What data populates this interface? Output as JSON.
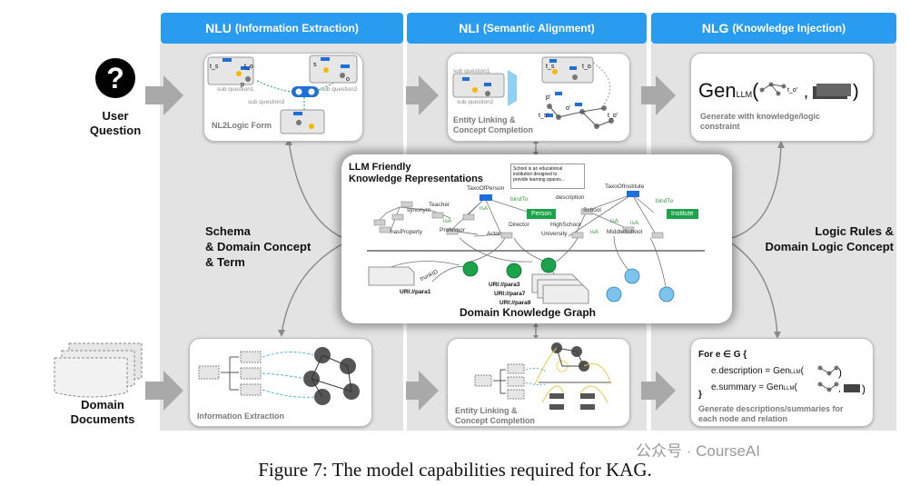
{
  "headers": [
    {
      "main": "NLU",
      "sub": "(Information Extraction)"
    },
    {
      "main": "NLI",
      "sub": "(Semantic Alignment)"
    },
    {
      "main": "NLG",
      "sub": "(Knowledge Injection)"
    }
  ],
  "user_question": "User\nQuestion",
  "domain_documents": "Domain\nDocuments",
  "left_label": "Schema\n& Domain Concept\n& Term",
  "right_label": "Logic Rules &\nDomain Logic Concept",
  "cards": {
    "nlu_top": {
      "caption": "NL2Logic Form",
      "sub_q1": "sub question1",
      "sub_q2": "sub question2",
      "sub_q3": "sub question3"
    },
    "nli_top": {
      "caption": "Entity Linking &\nConcept Completion",
      "sub_q1": "sub question1",
      "sub_q2": "sub question2"
    },
    "nlg_top": {
      "caption": "Generate with knowledge/logic\nconstraint",
      "gen": "Gen",
      "gen_sub": "LLM"
    },
    "nlu_bottom": {
      "caption": "Information Extraction"
    },
    "nli_bottom": {
      "caption": "Entity Linking &\nConcept Completion"
    },
    "nlg_bottom": {
      "line1": "For e ∈ G {",
      "line2": "e.description = Gen",
      "line3": "e.summary = Gen",
      "line4": "}",
      "gen_sub": "LLM",
      "caption": "Generate descriptions/summaries for\neach node and relation"
    }
  },
  "kg": {
    "title": "LLM Friendly\nKnowledge Representations",
    "bottom_title": "Domain Knowledge Graph",
    "tooltip": "School is an educational\ninstitution designed to\nprovide learning spaces...",
    "labels": {
      "taxo_person": "TaxoOfPerson",
      "taxo_institute": "TaxoOfInstitute",
      "description": "description",
      "bind_to_1": "bindTo",
      "bind_to_2": "bindTo",
      "person": "Person",
      "institute": "Institute",
      "teacher": "Teacher",
      "synonym": "synonym",
      "isa1": "isA",
      "isa2": "isA",
      "isa3": "isA",
      "isa4": "isA",
      "isa5": "isA",
      "has_property": "hasProperty",
      "professor": "Professor",
      "director": "Director",
      "actor": "Actor",
      "school": "School",
      "high_school": "HighSchool",
      "university": "University",
      "middle_school": "MiddleSchool",
      "trunk_id": "trunkID",
      "uri1": "URI://para1",
      "uri3": "URI://para3",
      "uri7": "URI://para7",
      "uri9": "URI://para9"
    }
  },
  "figure_caption": "Figure 7: The model capabilities required for KAG.",
  "watermark": "公众号 · CourseAI",
  "colors": {
    "header_blue": "#2a9cf0",
    "column_gray": "#e3e3e3",
    "arrow_gray": "#a9a9a9",
    "node_green": "#1aa34a",
    "node_blue": "#7cc4ee",
    "node_dark": "#555555",
    "node_orange": "#f5b800"
  }
}
